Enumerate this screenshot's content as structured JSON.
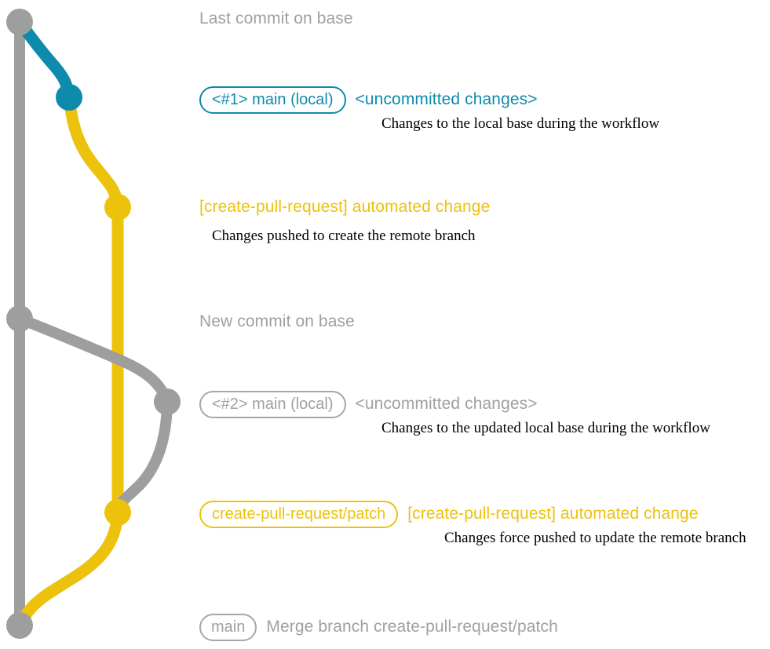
{
  "diagram": {
    "title": "git commit graph",
    "colors": {
      "base_gray": "#9e9e9e",
      "local_blue": "#0e8aad",
      "patch_yellow": "#edc20d",
      "description_black": "#000000",
      "background": "#ffffff"
    }
  },
  "entries": [
    {
      "id": "last-commit-on-base",
      "badge": null,
      "subject": "Last commit on base",
      "subject_color": "gray",
      "description": null,
      "node_color": "#9e9e9e"
    },
    {
      "id": "local-1",
      "badge": "<#1> main (local)",
      "badge_color": "blue",
      "subject": "<uncommitted changes>",
      "subject_color": "blue",
      "description": "Changes to the local base during the workflow",
      "node_color": "#0e8aad"
    },
    {
      "id": "automated-change-1",
      "badge": null,
      "subject": "[create-pull-request] automated change",
      "subject_color": "yellow",
      "description": "Changes pushed to create the remote branch",
      "node_color": "#edc20d"
    },
    {
      "id": "new-commit-on-base",
      "badge": null,
      "subject": "New commit on base",
      "subject_color": "gray",
      "description": null,
      "node_color": "#9e9e9e"
    },
    {
      "id": "local-2",
      "badge": "<#2> main (local)",
      "badge_color": "gray",
      "subject": "<uncommitted changes>",
      "subject_color": "gray",
      "description": "Changes to the updated local base during the workflow",
      "node_color": "#9e9e9e"
    },
    {
      "id": "automated-change-2",
      "badge": "create-pull-request/patch",
      "badge_color": "yellow",
      "subject": "[create-pull-request] automated change",
      "subject_color": "yellow",
      "description": "Changes force pushed to update the remote branch",
      "node_color": "#edc20d"
    },
    {
      "id": "merge-commit",
      "badge": "main",
      "badge_color": "gray",
      "subject": "Merge branch create-pull-request/patch",
      "subject_color": "gray",
      "description": null,
      "node_color": "#9e9e9e"
    }
  ]
}
